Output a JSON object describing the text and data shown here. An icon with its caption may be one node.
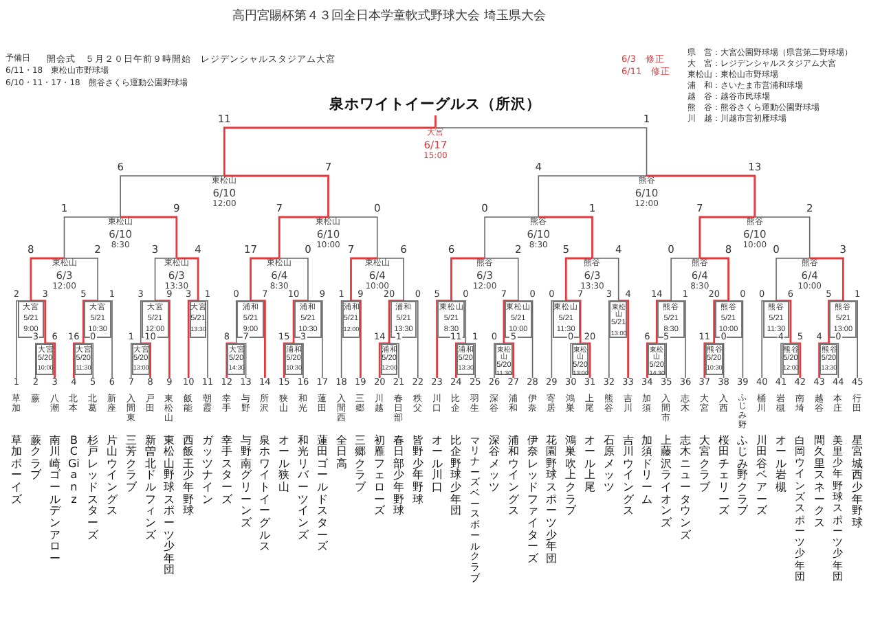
{
  "diagram": {
    "title": "高円宮賜杯第４３回全日本学童軟式野球大会 埼玉県大会",
    "nodes": [
      {
        "text": [
          "泉ホワイトイーグルス（所沢）"
        ]
      },
      {
        "text": [
          "大宮",
          "6/17",
          "15:00"
        ]
      },
      {
        "text": [
          "東松山",
          "6/10",
          "12:00"
        ]
      },
      {
        "text": [
          "熊谷",
          "6/10",
          "12:00"
        ]
      },
      {
        "text": [
          "東松山",
          "6/10",
          "8:30"
        ]
      },
      {
        "text": [
          "東松山",
          "6/10",
          "10:00"
        ]
      },
      {
        "text": [
          "熊谷",
          "6/10",
          "8:30"
        ]
      },
      {
        "text": [
          "熊谷",
          "6/10",
          "10:00"
        ]
      },
      {
        "text": [
          "東松山",
          "6/3",
          "12:00"
        ]
      },
      {
        "text": [
          "東松山",
          "6/3",
          "13:30"
        ]
      },
      {
        "text": [
          "東松山",
          "6/4",
          "8:30"
        ]
      },
      {
        "text": [
          "東松山",
          "6/4",
          "10:00"
        ]
      },
      {
        "text": [
          "熊谷",
          "6/3",
          "12:00"
        ]
      },
      {
        "text": [
          "熊谷",
          "6/3",
          "13:30"
        ]
      },
      {
        "text": [
          "熊谷",
          "6/4",
          "8:30"
        ]
      },
      {
        "text": [
          "熊谷",
          "6/4",
          "10:00"
        ]
      },
      {
        "text": [
          "大宮",
          "5/21",
          "9:00"
        ]
      },
      {
        "text": [
          "大宮",
          "5/21",
          "10:30"
        ]
      },
      {
        "text": [
          "大宮",
          "5/21",
          "12:00"
        ]
      },
      {
        "text": [
          "大宮",
          "5/21",
          "13:30"
        ]
      },
      {
        "text": [
          "浦和",
          "5/21",
          "9:00"
        ]
      },
      {
        "text": [
          "浦和",
          "5/21",
          "10:30"
        ]
      },
      {
        "text": [
          "浦和",
          "5/21",
          "12:00"
        ]
      },
      {
        "text": [
          "浦和",
          "5/21",
          "13:30"
        ]
      },
      {
        "text": [
          "東松山",
          "5/21",
          "8:30"
        ]
      },
      {
        "text": [
          "東松山",
          "5/21",
          "10:00"
        ]
      },
      {
        "text": [
          "東松山",
          "5/21",
          "11:30"
        ]
      },
      {
        "text": [
          "東松山",
          "5/21",
          "13:00"
        ]
      },
      {
        "text": [
          "熊谷",
          "5/21",
          "8:30"
        ]
      },
      {
        "text": [
          "熊谷",
          "5/21",
          "10:00"
        ]
      },
      {
        "text": [
          "熊谷",
          "5/21",
          "11:30"
        ]
      },
      {
        "text": [
          "熊谷",
          "5/21",
          "13:00"
        ]
      },
      {
        "text": [
          "大宮",
          "5/20",
          "10:00"
        ]
      },
      {
        "text": [
          "大宮",
          "5/20",
          "11:30"
        ]
      },
      {
        "text": [
          "大宮",
          "5/20",
          "13:00"
        ]
      },
      {
        "text": [
          "大宮",
          "5/20",
          "14:30"
        ]
      },
      {
        "text": [
          "浦和",
          "5/20",
          "10:30"
        ]
      },
      {
        "text": [
          "浦和",
          "5/20",
          "12:00"
        ]
      },
      {
        "text": [
          "浦和",
          "5/20",
          "13:30"
        ]
      },
      {
        "text": [
          "東松山",
          "5/20",
          "11:30"
        ]
      },
      {
        "text": [
          "東松山",
          "5/20",
          "13:00"
        ]
      },
      {
        "text": [
          "東松山",
          "5/20",
          "14:30"
        ]
      },
      {
        "text": [
          "熊谷",
          "5/20",
          "10:30"
        ]
      },
      {
        "text": [
          "熊谷",
          "5/20",
          "12:00"
        ]
      },
      {
        "text": [
          "熊谷",
          "5/20",
          "13:30"
        ]
      },
      {
        "text": [
          "1",
          "草加",
          "草加ボーイズ"
        ]
      },
      {
        "text": [
          "2",
          "蕨",
          "蕨クラブ"
        ]
      },
      {
        "text": [
          "3",
          "八潮",
          "南川崎ゴールデンアロー"
        ]
      },
      {
        "text": [
          "4",
          "北本",
          "BC Gianz"
        ]
      },
      {
        "text": [
          "5",
          "北葛",
          "杉戸レッドスターズ"
        ]
      },
      {
        "text": [
          "6",
          "新座",
          "片山ウイングス"
        ]
      },
      {
        "text": [
          "7",
          "入間東",
          "三芳クラブ"
        ]
      },
      {
        "text": [
          "8",
          "戸田",
          "新曽北ドルフィンズ"
        ]
      },
      {
        "text": [
          "9",
          "東松山",
          "東松山野球スポーツ少年団"
        ]
      },
      {
        "text": [
          "10",
          "飯能",
          "西飯王少年野球"
        ]
      },
      {
        "text": [
          "11",
          "朝霞",
          "ガッツナイン"
        ]
      },
      {
        "text": [
          "12",
          "幸手",
          "幸手スターズ"
        ]
      },
      {
        "text": [
          "13",
          "与野",
          "与野南グリーンズ"
        ]
      },
      {
        "text": [
          "14",
          "所沢",
          "泉ホワイトイーグルス"
        ]
      },
      {
        "text": [
          "15",
          "狭山",
          "オール狭山"
        ]
      },
      {
        "text": [
          "16",
          "和光",
          "和光リバーツインズ"
        ]
      },
      {
        "text": [
          "17",
          "蓮田",
          "蓮田ゴールドスターズ"
        ]
      },
      {
        "text": [
          "18",
          "入間西",
          "全日高"
        ]
      },
      {
        "text": [
          "19",
          "三郷",
          "三郷クラブ"
        ]
      },
      {
        "text": [
          "20",
          "川越",
          "初雁フェローズ"
        ]
      },
      {
        "text": [
          "21",
          "春日部",
          "春日部少年野球"
        ]
      },
      {
        "text": [
          "22",
          "秩父",
          "皆野少年野球"
        ]
      },
      {
        "text": [
          "23",
          "川口",
          "オール川口"
        ]
      },
      {
        "text": [
          "24",
          "比企",
          "比企野球少年団"
        ]
      },
      {
        "text": [
          "25",
          "羽生",
          "マリナーズベースボールクラブ"
        ]
      },
      {
        "text": [
          "26",
          "深谷",
          "深谷メッツ"
        ]
      },
      {
        "text": [
          "27",
          "浦和",
          "浦和ウイングス"
        ]
      },
      {
        "text": [
          "28",
          "伊奈",
          "伊奈レッドファイターズ"
        ]
      },
      {
        "text": [
          "29",
          "寄居",
          "花園野球スポーツ少年団"
        ]
      },
      {
        "text": [
          "30",
          "鴻巣",
          "鴻巣吹上クラブ"
        ]
      },
      {
        "text": [
          "31",
          "上尾",
          "オール上尾"
        ]
      },
      {
        "text": [
          "32",
          "熊谷",
          "石原メッツ"
        ]
      },
      {
        "text": [
          "33",
          "吉川",
          "吉川ウイングス"
        ]
      },
      {
        "text": [
          "34",
          "加須",
          "加須ドリーム"
        ]
      },
      {
        "text": [
          "35",
          "入間市",
          "上藤沢ライオンズ"
        ]
      },
      {
        "text": [
          "36",
          "志木",
          "志木ニュータウンズ"
        ]
      },
      {
        "text": [
          "37",
          "大宮",
          "大宮クラブ"
        ]
      },
      {
        "text": [
          "38",
          "入西",
          "桜田チェリーズ"
        ]
      },
      {
        "text": [
          "39",
          "ふじみ野",
          "ふじみ野クラブ"
        ]
      },
      {
        "text": [
          "40",
          "桶川",
          "川田谷ベアーズ"
        ]
      },
      {
        "text": [
          "41",
          "岩槻",
          "オール岩槻"
        ]
      },
      {
        "text": [
          "42",
          "南埼",
          "白岡ウインズスポーツ少年団"
        ]
      },
      {
        "text": [
          "43",
          "越谷",
          "間久里スネークス"
        ]
      },
      {
        "text": [
          "44",
          "本庄",
          "美里少年野球スポーツ少年団"
        ]
      },
      {
        "text": [
          "45",
          "行田",
          "星宮城西少年野球"
        ]
      }
    ],
    "edges": [
      {
        "from": 1,
        "to": 0,
        "arrow": "none"
      },
      {
        "from": 2,
        "to": 1,
        "arrow": "none",
        "label": "11"
      },
      {
        "from": 3,
        "to": 1,
        "arrow": "none",
        "label": "1",
        "color": "#666666"
      },
      {
        "from": 4,
        "to": 2,
        "arrow": "none",
        "label": "6",
        "color": "#666666"
      },
      {
        "from": 5,
        "to": 2,
        "arrow": "none",
        "label": "7"
      },
      {
        "from": 6,
        "to": 3,
        "arrow": "none",
        "label": "4",
        "color": "#666666"
      },
      {
        "from": 7,
        "to": 3,
        "arrow": "none",
        "label": "13"
      },
      {
        "from": 8,
        "to": 4,
        "arrow": "none",
        "label": "1",
        "color": "#666666"
      },
      {
        "from": 9,
        "to": 4,
        "arrow": "none",
        "label": "9"
      },
      {
        "from": 10,
        "to": 5,
        "arrow": "none",
        "label": "7"
      },
      {
        "from": 11,
        "to": 5,
        "arrow": "none",
        "label": "0",
        "color": "#666666"
      },
      {
        "from": 12,
        "to": 6,
        "arrow": "none",
        "label": "0",
        "color": "#666666"
      },
      {
        "from": 13,
        "to": 6,
        "arrow": "none",
        "label": "1"
      },
      {
        "from": 14,
        "to": 7,
        "arrow": "none",
        "label": "7"
      },
      {
        "from": 15,
        "to": 7,
        "arrow": "none",
        "label": "2",
        "color": "#666666"
      },
      {
        "from": 16,
        "to": 8,
        "arrow": "none",
        "label": "8"
      },
      {
        "from": 17,
        "to": 8,
        "arrow": "none",
        "label": "2",
        "color": "#666666"
      },
      {
        "from": 18,
        "to": 9,
        "arrow": "none",
        "label": "3",
        "color": "#666666"
      },
      {
        "from": 19,
        "to": 9,
        "arrow": "none",
        "label": "4"
      },
      {
        "from": 20,
        "to": 10,
        "arrow": "none",
        "label": "17"
      },
      {
        "from": 21,
        "to": 10,
        "arrow": "none",
        "label": "0",
        "color": "#666666"
      },
      {
        "from": 22,
        "to": 11,
        "arrow": "none",
        "label": "7"
      },
      {
        "from": 23,
        "to": 11,
        "arrow": "none",
        "label": "6",
        "color": "#666666"
      },
      {
        "from": 24,
        "to": 12,
        "arrow": "none",
        "label": "6"
      },
      {
        "from": 25,
        "to": 12,
        "arrow": "none",
        "label": "2",
        "color": "#666666"
      },
      {
        "from": 26,
        "to": 13,
        "arrow": "none",
        "label": "5"
      },
      {
        "from": 27,
        "to": 13,
        "arrow": "none",
        "label": "4",
        "color": "#666666"
      },
      {
        "from": 28,
        "to": 14,
        "arrow": "none",
        "label": "0",
        "color": "#666666"
      },
      {
        "from": 29,
        "to": 14,
        "arrow": "none",
        "label": "8"
      },
      {
        "from": 30,
        "to": 15,
        "arrow": "none",
        "label": "0",
        "color": "#666666"
      },
      {
        "from": 31,
        "to": 15,
        "arrow": "none",
        "label": "3"
      },
      {
        "from": 45,
        "to": 16,
        "arrow": "none",
        "label": "2",
        "color": "#666666"
      },
      {
        "from": 32,
        "to": 16,
        "arrow": "none",
        "label": "3"
      },
      {
        "from": 33,
        "to": 17,
        "arrow": "none",
        "label": "5"
      },
      {
        "from": 50,
        "to": 17,
        "arrow": "none",
        "label": "1",
        "color": "#666666"
      },
      {
        "from": 34,
        "to": 18,
        "arrow": "none",
        "label": "3",
        "color": "#666666"
      },
      {
        "from": 53,
        "to": 18,
        "arrow": "none",
        "label": "9"
      },
      {
        "from": 54,
        "to": 19,
        "arrow": "none",
        "label": "3"
      },
      {
        "from": 55,
        "to": 19,
        "arrow": "none",
        "label": "1",
        "color": "#666666"
      },
      {
        "from": 35,
        "to": 20,
        "arrow": "none",
        "label": "0",
        "color": "#666666"
      },
      {
        "from": 58,
        "to": 20,
        "arrow": "none",
        "label": "7"
      },
      {
        "from": 36,
        "to": 21,
        "arrow": "none",
        "label": "10"
      },
      {
        "from": 61,
        "to": 21,
        "arrow": "none",
        "label": "9",
        "color": "#666666"
      },
      {
        "from": 62,
        "to": 22,
        "arrow": "none",
        "label": "1",
        "color": "#666666"
      },
      {
        "from": 63,
        "to": 22,
        "arrow": "none",
        "label": "9"
      },
      {
        "from": 37,
        "to": 23,
        "arrow": "none",
        "label": "20"
      },
      {
        "from": 66,
        "to": 23,
        "arrow": "none",
        "label": "0",
        "color": "#666666"
      },
      {
        "from": 67,
        "to": 24,
        "arrow": "none",
        "label": "5"
      },
      {
        "from": 38,
        "to": 24,
        "arrow": "none",
        "label": "0",
        "color": "#666666"
      },
      {
        "from": 39,
        "to": 25,
        "arrow": "none",
        "label": "7"
      },
      {
        "from": 72,
        "to": 25,
        "arrow": "none",
        "label": "0",
        "color": "#666666"
      },
      {
        "from": 73,
        "to": 26,
        "arrow": "none",
        "label": "0",
        "color": "#666666"
      },
      {
        "from": 40,
        "to": 26,
        "arrow": "none",
        "label": "7"
      },
      {
        "from": 76,
        "to": 27,
        "arrow": "none",
        "label": "3",
        "color": "#666666"
      },
      {
        "from": 77,
        "to": 27,
        "arrow": "none",
        "label": "4"
      },
      {
        "from": 41,
        "to": 28,
        "arrow": "none",
        "label": "14"
      },
      {
        "from": 80,
        "to": 28,
        "arrow": "none",
        "label": "1",
        "color": "#666666"
      },
      {
        "from": 42,
        "to": 29,
        "arrow": "none",
        "label": "20"
      },
      {
        "from": 83,
        "to": 29,
        "arrow": "none",
        "label": "0",
        "color": "#666666"
      },
      {
        "from": 84,
        "to": 30,
        "arrow": "none",
        "label": "0",
        "color": "#666666"
      },
      {
        "from": 43,
        "to": 30,
        "arrow": "none",
        "label": "6"
      },
      {
        "from": 44,
        "to": 31,
        "arrow": "none",
        "label": "5"
      },
      {
        "from": 89,
        "to": 31,
        "arrow": "none",
        "label": "1",
        "color": "#666666"
      },
      {
        "from": 46,
        "to": 32,
        "arrow": "none",
        "label": "3",
        "color": "#666666"
      },
      {
        "from": 47,
        "to": 32,
        "arrow": "none",
        "label": "6"
      },
      {
        "from": 48,
        "to": 33,
        "arrow": "none",
        "label": "16"
      },
      {
        "from": 49,
        "to": 33,
        "arrow": "none",
        "label": "0",
        "color": "#666666"
      },
      {
        "from": 51,
        "to": 34,
        "arrow": "none",
        "label": "1",
        "color": "#666666"
      },
      {
        "from": 52,
        "to": 34,
        "arrow": "none",
        "label": "10"
      },
      {
        "from": 56,
        "to": 35,
        "arrow": "none",
        "label": "8"
      },
      {
        "from": 57,
        "to": 35,
        "arrow": "none",
        "label": "7",
        "color": "#666666"
      },
      {
        "from": 59,
        "to": 36,
        "arrow": "none",
        "label": "15"
      },
      {
        "from": 60,
        "to": 36,
        "arrow": "none",
        "label": "3",
        "color": "#666666"
      },
      {
        "from": 64,
        "to": 37,
        "arrow": "none",
        "label": "14"
      },
      {
        "from": 65,
        "to": 37,
        "arrow": "none",
        "label": "1",
        "color": "#666666"
      },
      {
        "from": 68,
        "to": 38,
        "arrow": "none",
        "label": "11"
      },
      {
        "from": 69,
        "to": 38,
        "arrow": "none",
        "label": "1",
        "color": "#666666"
      },
      {
        "from": 70,
        "to": 39,
        "arrow": "none",
        "label": "0",
        "color": "#666666"
      },
      {
        "from": 71,
        "to": 39,
        "arrow": "none",
        "label": "5"
      },
      {
        "from": 74,
        "to": 40,
        "arrow": "none",
        "label": "0",
        "color": "#666666"
      },
      {
        "from": 75,
        "to": 40,
        "arrow": "none",
        "label": "20"
      },
      {
        "from": 78,
        "to": 41,
        "arrow": "none",
        "label": "6"
      },
      {
        "from": 79,
        "to": 41,
        "arrow": "none",
        "label": "5",
        "color": "#666666"
      },
      {
        "from": 81,
        "to": 42,
        "arrow": "none",
        "label": "11"
      },
      {
        "from": 82,
        "to": 42,
        "arrow": "none",
        "label": "0",
        "color": "#666666"
      },
      {
        "from": 85,
        "to": 43,
        "arrow": "none",
        "label": "4",
        "color": "#666666"
      },
      {
        "from": 86,
        "to": 43,
        "arrow": "none",
        "label": "5"
      },
      {
        "from": 87,
        "to": 44,
        "arrow": "none",
        "label": "4"
      },
      {
        "from": 88,
        "to": 44,
        "arrow": "none",
        "label": "0",
        "color": "#666666"
      }
    ],
    "labels": [
      "予備日",
      "開会式　５月２０日午前９時開始　レジデンシャルスタジアム大宮",
      "6/11・18　東松山市野球場",
      "6/10・11・17・18　熊谷さくら運動公園野球場",
      "6/3　修正",
      "6/11　修正",
      "県　営：大宮公園野球場（県営第二野球場）",
      "大　宮：レジデンシャルスタジアム大宮",
      "東松山：東松山市野球場",
      "浦　和：さいたま市営浦和球場",
      "越　谷：越谷市民球場",
      "熊　谷：熊谷さくら運動公園野球場",
      "川　越：川越市営初雁球場"
    ]
  }
}
